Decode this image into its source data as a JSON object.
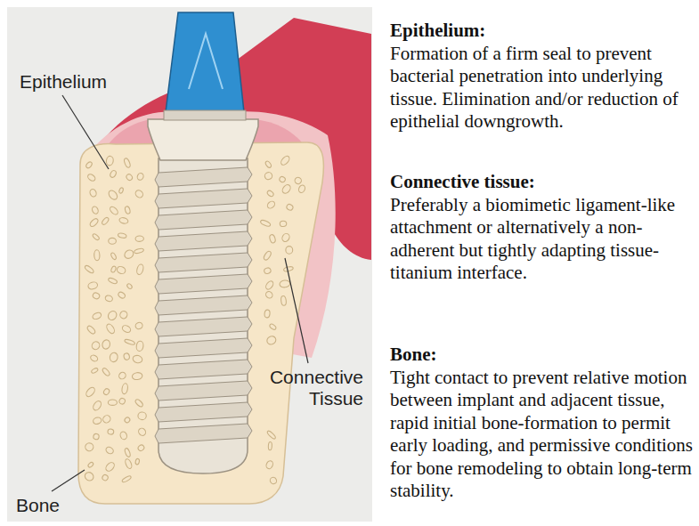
{
  "diagram": {
    "labels": [
      "Epithelium",
      "Connective Tissue",
      "Bone",
      "Epithelium:",
      "Formation of a firm seal to prevent bacterial penetration into underlying tissue. Elimination and/or reduction of epithelial downgrowth.",
      "Connective tissue:",
      "Preferably a biomimetic ligament-like attachment or alternatively a non-adherent but tightly adapting tissue-titanium interface.",
      "Bone:",
      "Tight contact to prevent relative motion between implant and adjacent tissue, rapid initial bone-formation to permit early loading, and permissive conditions for bone remodeling to obtain long-term stability."
    ]
  }
}
